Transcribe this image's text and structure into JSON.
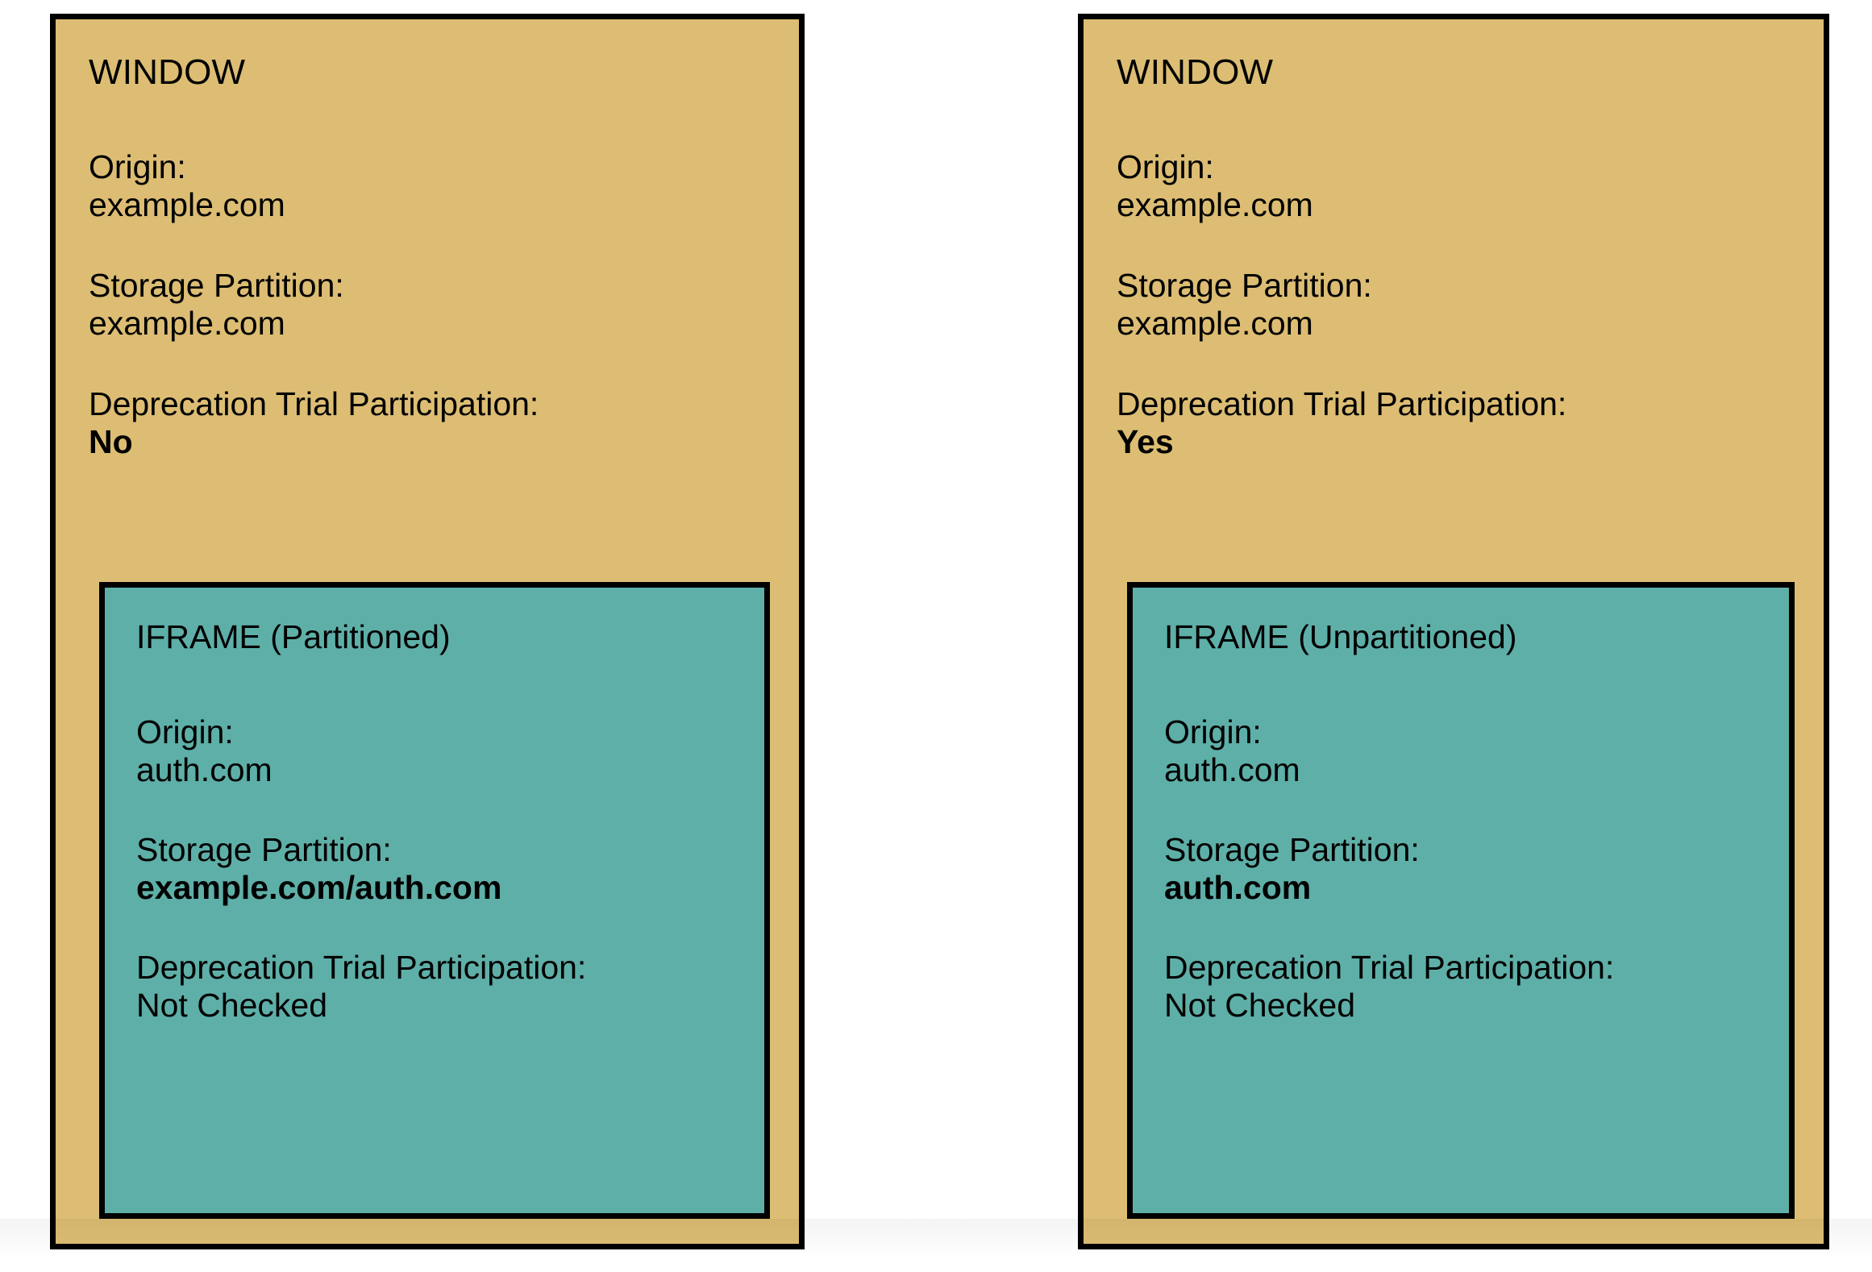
{
  "colors": {
    "window_fill": "#DCBD73",
    "iframe_fill": "#5EAFA8",
    "border": "#000000",
    "text": "#000000",
    "page_background": "#FFFFFF"
  },
  "diagram": {
    "type": "comparison-diagram",
    "panels": [
      {
        "id": "left",
        "window": {
          "title": "WINDOW",
          "fields": [
            {
              "label": "Origin:",
              "value": "example.com",
              "emphasis": "normal"
            },
            {
              "label": "Storage Partition:",
              "value": "example.com",
              "emphasis": "normal"
            },
            {
              "label": "Deprecation Trial Participation:",
              "value": "No",
              "emphasis": "bold"
            }
          ]
        },
        "iframe": {
          "title": "IFRAME (Partitioned)",
          "fields": [
            {
              "label": "Origin:",
              "value": "auth.com",
              "emphasis": "normal"
            },
            {
              "label": "Storage Partition:",
              "value": "example.com/auth.com",
              "emphasis": "bold"
            },
            {
              "label": "Deprecation Trial Participation:",
              "value": "Not Checked",
              "emphasis": "normal"
            }
          ]
        }
      },
      {
        "id": "right",
        "window": {
          "title": "WINDOW",
          "fields": [
            {
              "label": "Origin:",
              "value": "example.com",
              "emphasis": "normal"
            },
            {
              "label": "Storage Partition:",
              "value": "example.com",
              "emphasis": "normal"
            },
            {
              "label": "Deprecation Trial Participation:",
              "value": "Yes",
              "emphasis": "bold"
            }
          ]
        },
        "iframe": {
          "title": "IFRAME (Unpartitioned)",
          "fields": [
            {
              "label": "Origin:",
              "value": "auth.com",
              "emphasis": "normal"
            },
            {
              "label": "Storage Partition:",
              "value": "auth.com",
              "emphasis": "bold"
            },
            {
              "label": "Deprecation Trial Participation:",
              "value": "Not Checked",
              "emphasis": "normal"
            }
          ]
        }
      }
    ]
  }
}
